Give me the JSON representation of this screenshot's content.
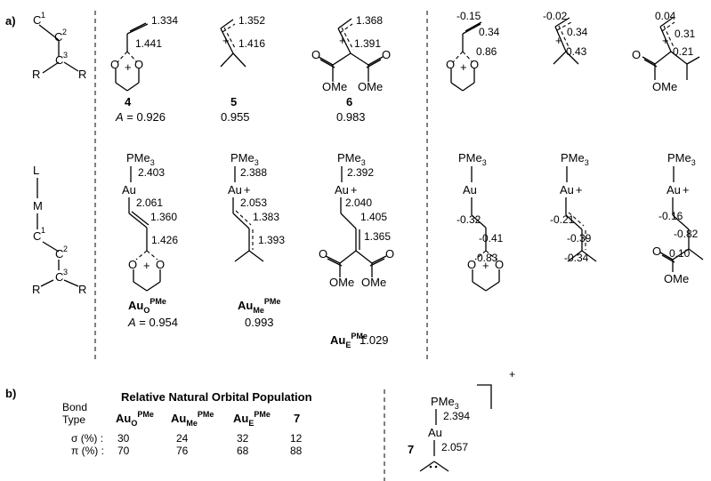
{
  "panels": {
    "a": "a)",
    "b": "b)"
  },
  "generic_top": {
    "c1": "C",
    "c1_sup": "1",
    "c2": "C",
    "c2_sup": "2",
    "c3": "C",
    "c3_sup": "3",
    "r": "R"
  },
  "generic_bottom": {
    "l": "L",
    "m": "M",
    "c1": "C",
    "c1_sup": "1",
    "c2": "C",
    "c2_sup": "2",
    "c3": "C",
    "c3_sup": "3",
    "r": "R"
  },
  "top_row": [
    {
      "bond1": "1.334",
      "bond2": "1.441",
      "label": "4",
      "a_prefix": "A",
      "a_value": " = 0.926"
    },
    {
      "bond1": "1.352",
      "bond2": "1.416",
      "label": "5",
      "a_value": "0.955"
    },
    {
      "bond1": "1.368",
      "bond2": "1.391",
      "label": "6",
      "a_value": "0.983"
    }
  ],
  "bottom_row": [
    {
      "au_p": "2.403",
      "au_c": "2.061",
      "b1": "1.360",
      "b2": "1.426",
      "name": "Au",
      "name_sub": "O",
      "name_sup": "PMe",
      "a_prefix": "A",
      "a_value": " = 0.954"
    },
    {
      "au_p": "2.388",
      "au_c": "2.053",
      "b1": "1.383",
      "b2": "1.393",
      "name": "Au",
      "name_sub": "Me",
      "name_sup": "PMe",
      "a_value": "0.993"
    },
    {
      "au_p": "2.392",
      "au_c": "2.040",
      "b1": "1.405",
      "b2": "1.365",
      "name": "Au",
      "name_sub": "E",
      "name_sup": "PMe",
      "a_value": "1.029"
    }
  ],
  "charges_top": [
    {
      "c1": "-0.15",
      "c2": "0.34",
      "c3": "0.86"
    },
    {
      "c1": "-0.02",
      "c2": "0.34",
      "c3": "0.43"
    },
    {
      "c1": "0.04",
      "c2": "0.31",
      "c3": "0.21"
    }
  ],
  "charges_bottom": [
    {
      "c1": "-0.32",
      "c2": "-0.41",
      "c3": "0.83"
    },
    {
      "c1": "-0.21",
      "c2": "-0.39",
      "c3": "-0.34"
    },
    {
      "c1": "-0.16",
      "c2": "-0.82",
      "c3": "0.10"
    }
  ],
  "atoms": {
    "o": "O",
    "ome": "OMe",
    "au": "Au",
    "plus": "+",
    "pme": "PMe",
    "pme_sub": "3"
  },
  "table": {
    "title": "Relative Natural Orbital Population",
    "bond_type_1": "Bond",
    "bond_type_2": "Type",
    "col_au": "Au",
    "col_sub": [
      "O",
      "Me",
      "E"
    ],
    "col_sup": "PMe",
    "col_7": "7",
    "rows": [
      {
        "label": "σ (%) :",
        "values": [
          "30",
          "24",
          "32",
          "12"
        ]
      },
      {
        "label": "π (%) :",
        "values": [
          "70",
          "76",
          "68",
          "88"
        ]
      }
    ]
  },
  "compound7": {
    "pme": "PMe",
    "pme_sub": "3",
    "au_p": "2.394",
    "au": "Au",
    "au_c": "2.057",
    "label": "7",
    "charge": "+"
  }
}
